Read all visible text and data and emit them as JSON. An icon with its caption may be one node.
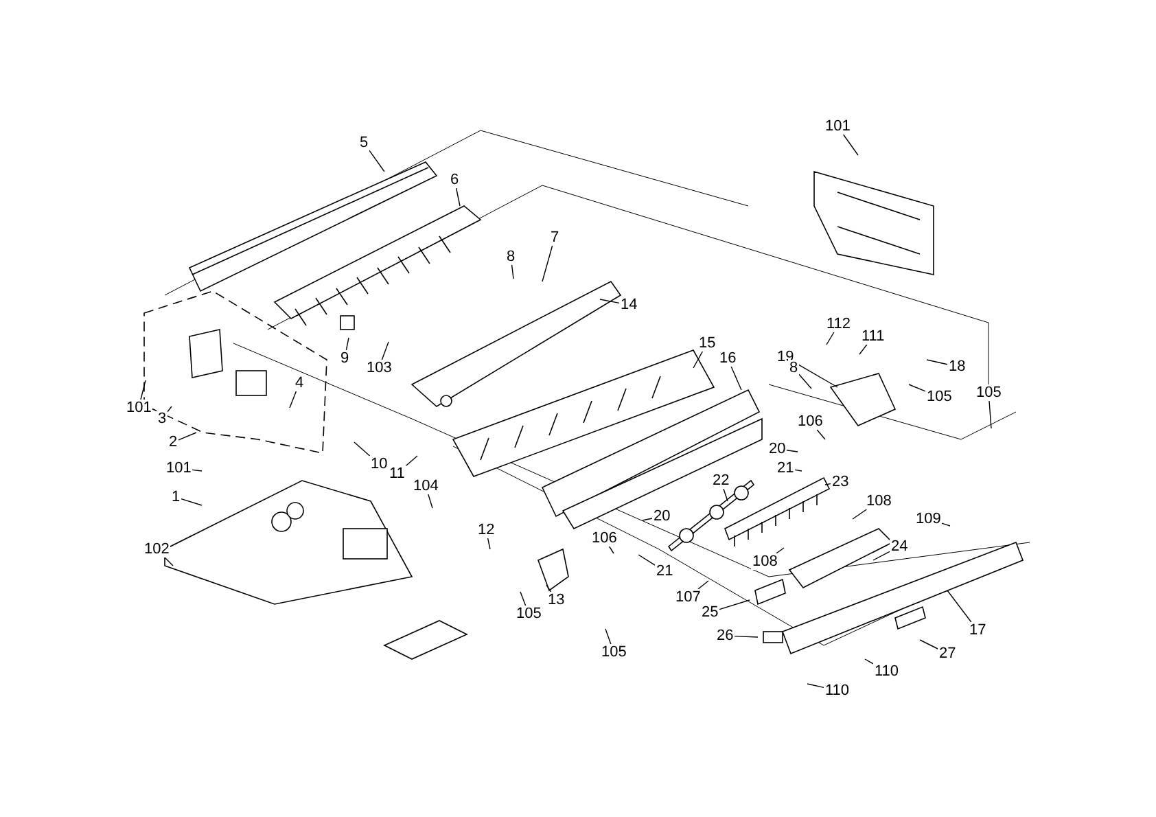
{
  "diagram": {
    "nodes": [
      {
        "text": [
          "5"
        ]
      },
      {
        "text": [
          "6"
        ]
      },
      {
        "text": [
          "101"
        ]
      },
      {
        "text": [
          "8"
        ]
      },
      {
        "text": [
          "7"
        ]
      },
      {
        "text": [
          "14"
        ]
      },
      {
        "text": [
          "9"
        ]
      },
      {
        "text": [
          "103"
        ]
      },
      {
        "text": [
          "112"
        ]
      },
      {
        "text": [
          "111"
        ]
      },
      {
        "text": [
          "19"
        ]
      },
      {
        "text": [
          "18"
        ]
      },
      {
        "text": [
          "105"
        ]
      },
      {
        "text": [
          "105"
        ]
      },
      {
        "text": [
          "101"
        ]
      },
      {
        "text": [
          "3"
        ]
      },
      {
        "text": [
          "4"
        ]
      },
      {
        "text": [
          "2"
        ]
      },
      {
        "text": [
          "8"
        ]
      },
      {
        "text": [
          "15"
        ]
      },
      {
        "text": [
          "16"
        ]
      },
      {
        "text": [
          "106"
        ]
      },
      {
        "text": [
          "20"
        ]
      },
      {
        "text": [
          "21"
        ]
      },
      {
        "text": [
          "10"
        ]
      },
      {
        "text": [
          "101"
        ]
      },
      {
        "text": [
          "11"
        ]
      },
      {
        "text": [
          "22"
        ]
      },
      {
        "text": [
          "23"
        ]
      },
      {
        "text": [
          "108"
        ]
      },
      {
        "text": [
          "1"
        ]
      },
      {
        "text": [
          "104"
        ]
      },
      {
        "text": [
          "20"
        ]
      },
      {
        "text": [
          "12"
        ]
      },
      {
        "text": [
          "109"
        ]
      },
      {
        "text": [
          "106"
        ]
      },
      {
        "text": [
          "21"
        ]
      },
      {
        "text": [
          "108"
        ]
      },
      {
        "text": [
          "102"
        ]
      },
      {
        "text": [
          "24"
        ]
      },
      {
        "text": [
          "105"
        ]
      },
      {
        "text": [
          "13"
        ]
      },
      {
        "text": [
          "107"
        ]
      },
      {
        "text": [
          "25"
        ]
      },
      {
        "text": [
          "26"
        ]
      },
      {
        "text": [
          "17"
        ]
      },
      {
        "text": [
          "27"
        ]
      },
      {
        "text": [
          "110"
        ]
      },
      {
        "text": [
          "105"
        ]
      },
      {
        "text": [
          "110"
        ]
      }
    ],
    "edges": [
      {
        "from": 0,
        "to": null,
        "arrow": "none"
      },
      {
        "from": 1,
        "to": null,
        "arrow": "none"
      },
      {
        "from": 2,
        "to": null,
        "arrow": "none"
      },
      {
        "from": 3,
        "to": null,
        "arrow": "none"
      },
      {
        "from": 4,
        "to": null,
        "arrow": "none"
      },
      {
        "from": 5,
        "to": null,
        "arrow": "none"
      },
      {
        "from": 6,
        "to": null,
        "arrow": "none"
      },
      {
        "from": 7,
        "to": null,
        "arrow": "none"
      },
      {
        "from": 8,
        "to": null,
        "arrow": "none"
      },
      {
        "from": 9,
        "to": null,
        "arrow": "none"
      },
      {
        "from": 10,
        "to": null,
        "arrow": "none"
      },
      {
        "from": 11,
        "to": null,
        "arrow": "none"
      },
      {
        "from": 12,
        "to": null,
        "arrow": "none"
      },
      {
        "from": 13,
        "to": null,
        "arrow": "none"
      },
      {
        "from": 14,
        "to": null,
        "arrow": "none"
      },
      {
        "from": 15,
        "to": null,
        "arrow": "none"
      },
      {
        "from": 16,
        "to": null,
        "arrow": "none"
      },
      {
        "from": 17,
        "to": null,
        "arrow": "none"
      },
      {
        "from": 18,
        "to": null,
        "arrow": "none"
      },
      {
        "from": 19,
        "to": null,
        "arrow": "none"
      },
      {
        "from": 20,
        "to": null,
        "arrow": "none"
      },
      {
        "from": 21,
        "to": null,
        "arrow": "none"
      },
      {
        "from": 22,
        "to": null,
        "arrow": "none"
      },
      {
        "from": 23,
        "to": null,
        "arrow": "none"
      },
      {
        "from": 24,
        "to": null,
        "arrow": "none"
      },
      {
        "from": 25,
        "to": null,
        "arrow": "none"
      },
      {
        "from": 26,
        "to": null,
        "arrow": "none"
      },
      {
        "from": 27,
        "to": null,
        "arrow": "none"
      },
      {
        "from": 28,
        "to": null,
        "arrow": "none"
      },
      {
        "from": 29,
        "to": null,
        "arrow": "none"
      },
      {
        "from": 30,
        "to": null,
        "arrow": "none"
      },
      {
        "from": 31,
        "to": null,
        "arrow": "none"
      },
      {
        "from": 32,
        "to": null,
        "arrow": "none"
      },
      {
        "from": 33,
        "to": null,
        "arrow": "none"
      },
      {
        "from": 34,
        "to": null,
        "arrow": "none"
      },
      {
        "from": 35,
        "to": null,
        "arrow": "none"
      },
      {
        "from": 36,
        "to": null,
        "arrow": "none"
      },
      {
        "from": 37,
        "to": null,
        "arrow": "none"
      },
      {
        "from": 38,
        "to": null,
        "arrow": "none"
      },
      {
        "from": 39,
        "to": null,
        "arrow": "none"
      },
      {
        "from": 40,
        "to": null,
        "arrow": "none"
      },
      {
        "from": 41,
        "to": null,
        "arrow": "none"
      },
      {
        "from": 42,
        "to": null,
        "arrow": "none"
      },
      {
        "from": 43,
        "to": null,
        "arrow": "none"
      },
      {
        "from": 44,
        "to": null,
        "arrow": "none"
      },
      {
        "from": 45,
        "to": null,
        "arrow": "none"
      },
      {
        "from": 46,
        "to": null,
        "arrow": "none"
      },
      {
        "from": 47,
        "to": null,
        "arrow": "none"
      },
      {
        "from": 48,
        "to": null,
        "arrow": "none"
      },
      {
        "from": 49,
        "to": null,
        "arrow": "none"
      }
    ]
  }
}
